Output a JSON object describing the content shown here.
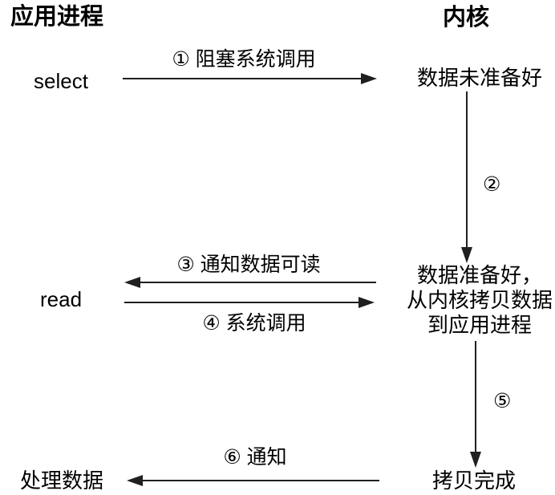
{
  "diagram": {
    "title_left": "应用进程",
    "title_right": "内核",
    "nodes": {
      "select": "select",
      "read": "read",
      "process_data": "处理数据",
      "data_not_ready": "数据未准备好",
      "data_ready_lines": [
        "数据准备好，",
        "从内核拷贝数据",
        "到应用进程"
      ],
      "copy_done": "拷贝完成"
    },
    "steps": {
      "s1": "① 阻塞系统调用",
      "s2": "②",
      "s3": "③ 通知数据可读",
      "s4": "④ 系统调用",
      "s5": "⑤",
      "s6": "⑥ 通知"
    },
    "colors": {
      "line": "#1f1f1f",
      "text": "#000000",
      "background": "#ffffff"
    }
  }
}
